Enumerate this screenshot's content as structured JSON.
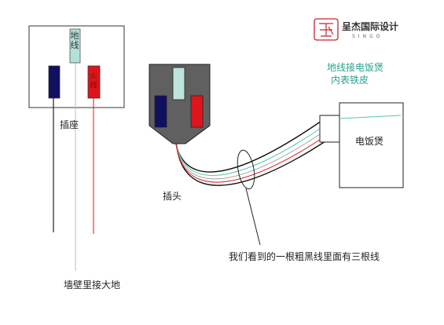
{
  "logo": {
    "name": "呈杰国际设计",
    "latin": "SINGO",
    "color": "#c8232c"
  },
  "socket": {
    "label": "插座",
    "earth_slot": "地线",
    "live_slot": "火线"
  },
  "plug": {
    "label": "插头"
  },
  "cooker": {
    "label": "电饭煲"
  },
  "notes": {
    "earth_connect": "地线接电饭煲",
    "earth_connect_2": "内表铁皮",
    "cable": "我们看到的一根粗黑线里面有三根线",
    "wall": "墙壁里接大地"
  },
  "colors": {
    "earth": "#a9dcd6",
    "neutral": "#101060",
    "live": "#e0141c",
    "plug_body": "#606060",
    "note": "#2aa38f"
  }
}
